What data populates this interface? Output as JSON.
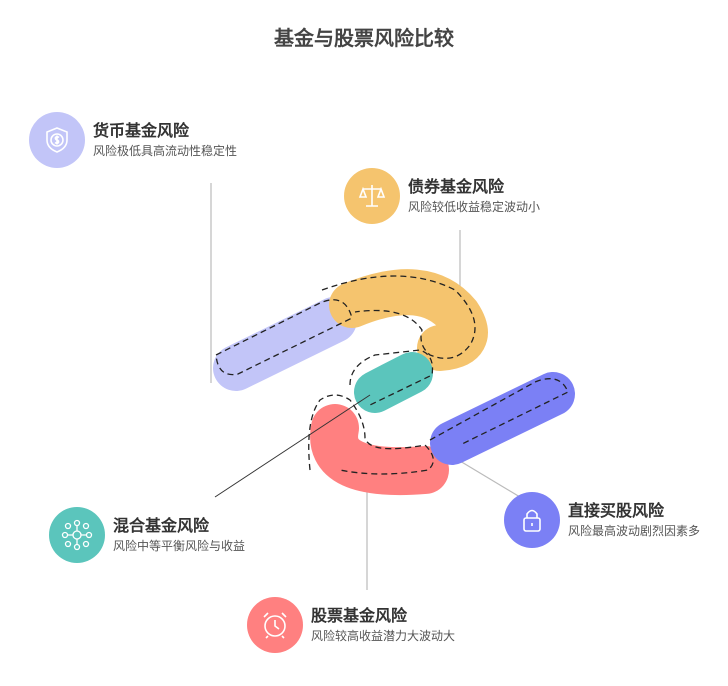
{
  "title": "基金与股票风险比较",
  "items": [
    {
      "title": "货币基金风险",
      "desc": "风险极低具高流动性稳定性",
      "icon": "shield-dollar-icon",
      "color": "#C2C5F8"
    },
    {
      "title": "债券基金风险",
      "desc": "风险较低收益稳定波动小",
      "icon": "scales-icon",
      "color": "#F5C46E"
    },
    {
      "title": "混合基金风险",
      "desc": "风险中等平衡风险与收益",
      "icon": "network-icon",
      "color": "#5BC5BC"
    },
    {
      "title": "股票基金风险",
      "desc": "风险较高收益潜力大波动大",
      "icon": "alarm-clock-icon",
      "color": "#FF8080"
    },
    {
      "title": "直接买股风险",
      "desc": "风险最高波动剧烈因素多",
      "icon": "lock-icon",
      "color": "#7B80F5"
    }
  ]
}
